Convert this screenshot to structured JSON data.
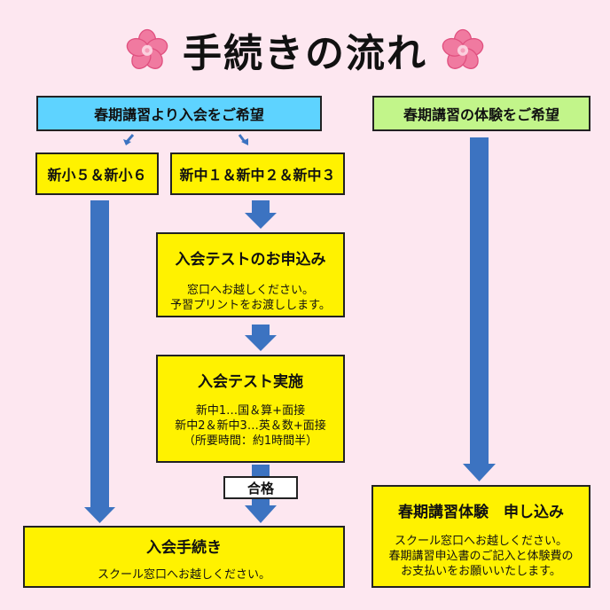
{
  "title": "手続きの流れ",
  "colors": {
    "background": "#fde7f0",
    "header_blue": "#5ed3ff",
    "header_green": "#c2f58a",
    "step_yellow": "#fff200",
    "arrow_blue": "#3c73c1",
    "flower_pink": "#f07aa0"
  },
  "icons": [
    "sakura-flower-icon",
    "sakura-flower-icon"
  ],
  "left_header": "春期講習より入会をご希望",
  "right_header": "春期講習の体験をご希望",
  "elementary_box": "新小５＆新小６",
  "junior_box": "新中１＆新中２＆新中３",
  "steps": {
    "application": {
      "heading": "入会テストのお申込み",
      "lines": [
        "窓口へお越しください。",
        "予習プリントをお渡しします。"
      ]
    },
    "test": {
      "heading": "入会テスト実施",
      "lines": [
        "新中1…国＆算+面接",
        "新中2＆新中3…英＆数+面接",
        "（所要時間：約1時間半）"
      ]
    },
    "pass_label": "合格",
    "enrollment": {
      "heading": "入会手続き",
      "lines": [
        "スクール窓口へお越しください。"
      ]
    },
    "trial": {
      "heading": "春期講習体験　申し込み",
      "lines": [
        "スクール窓口へお越しください。",
        "春期講習申込書のご記入と体験費の",
        "お支払いをお願いいたします。"
      ]
    }
  }
}
